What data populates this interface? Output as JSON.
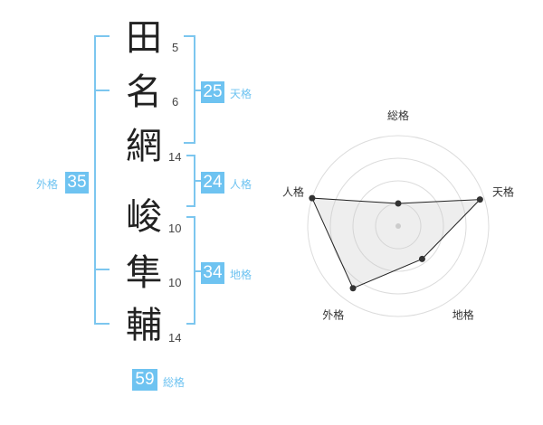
{
  "name": {
    "surname": [
      {
        "char": "田",
        "strokes": "5"
      },
      {
        "char": "名",
        "strokes": "6"
      },
      {
        "char": "網",
        "strokes": "14"
      }
    ],
    "given": [
      {
        "char": "峻",
        "strokes": "10"
      },
      {
        "char": "隼",
        "strokes": "10"
      },
      {
        "char": "輔",
        "strokes": "14"
      }
    ]
  },
  "fortunes": {
    "tenkaku": {
      "value": "25",
      "label": "天格"
    },
    "jinkaku": {
      "value": "24",
      "label": "人格"
    },
    "chikaku": {
      "value": "34",
      "label": "地格"
    },
    "gaikaku": {
      "value": "35",
      "label": "外格"
    },
    "soukaku": {
      "value": "59",
      "label": "総格"
    }
  },
  "colors": {
    "accent": "#6ec3f1",
    "bracket": "#7cc6ef"
  },
  "radar": {
    "axes": [
      "総格",
      "天格",
      "地格",
      "外格",
      "人格"
    ],
    "levels": 4,
    "values": [
      0.25,
      0.95,
      0.45,
      0.85,
      1.0
    ]
  }
}
